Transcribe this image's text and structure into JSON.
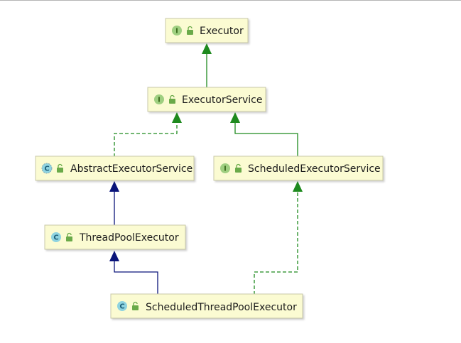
{
  "diagram": {
    "colors": {
      "node_fill": "#fbfbd2",
      "node_border": "#c8c8a8",
      "interface_badge": "#9fcf80",
      "interface_badge_text": "#3a6a1a",
      "class_badge": "#8ed3e0",
      "class_badge_text": "#1f5f78",
      "realization_edge": "#1e8a1e",
      "generalization_edge": "#0a147a",
      "visibility_icon": "#6aaa48"
    },
    "nodes": [
      {
        "id": "executor",
        "label": "Executor",
        "kind": "interface",
        "badge": "I"
      },
      {
        "id": "executor-service",
        "label": "ExecutorService",
        "kind": "interface",
        "badge": "I"
      },
      {
        "id": "abstract-executor-service",
        "label": "AbstractExecutorService",
        "kind": "abstract-class",
        "badge": "C"
      },
      {
        "id": "scheduled-executor-service",
        "label": "ScheduledExecutorService",
        "kind": "interface",
        "badge": "I"
      },
      {
        "id": "thread-pool-executor",
        "label": "ThreadPoolExecutor",
        "kind": "class",
        "badge": "C"
      },
      {
        "id": "scheduled-thread-pool-executor",
        "label": "ScheduledThreadPoolExecutor",
        "kind": "class",
        "badge": "C"
      }
    ],
    "edges": [
      {
        "from": "executor-service",
        "to": "executor",
        "relation": "extends-interface",
        "style": "solid",
        "color": "#1e8a1e"
      },
      {
        "from": "abstract-executor-service",
        "to": "executor-service",
        "relation": "implements",
        "style": "dashed",
        "color": "#1e8a1e"
      },
      {
        "from": "scheduled-executor-service",
        "to": "executor-service",
        "relation": "extends-interface",
        "style": "solid",
        "color": "#1e8a1e"
      },
      {
        "from": "thread-pool-executor",
        "to": "abstract-executor-service",
        "relation": "extends",
        "style": "solid",
        "color": "#0a147a"
      },
      {
        "from": "scheduled-thread-pool-executor",
        "to": "thread-pool-executor",
        "relation": "extends",
        "style": "solid",
        "color": "#0a147a"
      },
      {
        "from": "scheduled-thread-pool-executor",
        "to": "scheduled-executor-service",
        "relation": "implements",
        "style": "dashed",
        "color": "#1e8a1e"
      }
    ]
  }
}
